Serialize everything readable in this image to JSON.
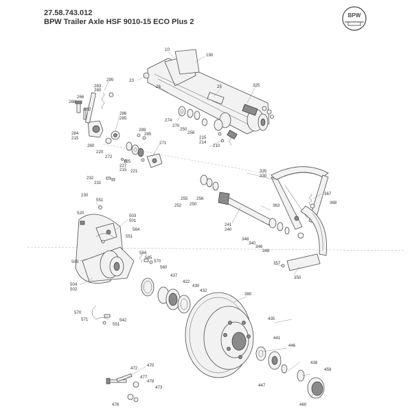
{
  "header": {
    "code": "27.58.743.012",
    "title": "BPW Trailer Axle HSF 9010-15 ECO Plus 2"
  },
  "logo": {
    "text": "BPW"
  },
  "callouts": [
    "10",
    "190",
    "23",
    "26",
    "25",
    "325",
    "295",
    "283",
    "280",
    "266",
    "262",
    "268",
    "286",
    "285",
    "274",
    "270",
    "250",
    "258",
    "289",
    "285",
    "284",
    "215",
    "260",
    "220",
    "272",
    "225",
    "271",
    "227",
    "215",
    "221",
    "215",
    "214",
    "210",
    "232",
    "231",
    "230",
    "335",
    "330",
    "255",
    "256",
    "252",
    "250",
    "367",
    "368",
    "551",
    "520",
    "503",
    "501",
    "564",
    "551",
    "241",
    "240",
    "363",
    "348",
    "340",
    "346",
    "348",
    "584",
    "585",
    "505",
    "570",
    "560",
    "437",
    "422",
    "430",
    "432",
    "357",
    "350",
    "504",
    "502",
    "380",
    "570",
    "571",
    "542",
    "551",
    "435",
    "441",
    "446",
    "472",
    "470",
    "477",
    "478",
    "473",
    "476",
    "438",
    "459",
    "447",
    "460"
  ]
}
